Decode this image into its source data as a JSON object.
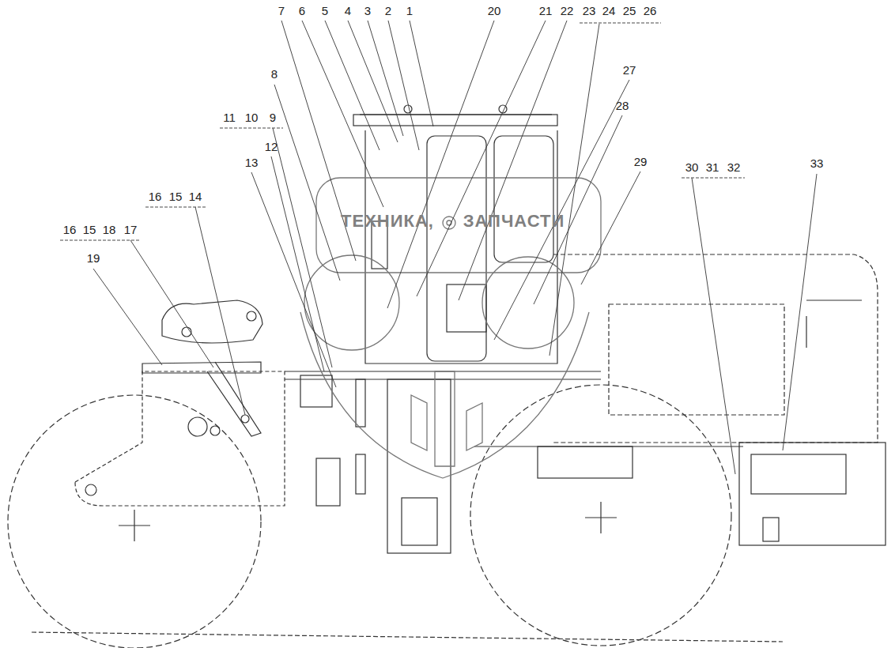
{
  "diagram": {
    "labels": [
      "7",
      "6",
      "5",
      "4",
      "3",
      "2",
      "1",
      "20",
      "21",
      "22",
      "23",
      "24",
      "25",
      "26",
      "27",
      "8",
      "11",
      "10",
      "9",
      "28",
      "12",
      "13",
      "29",
      "30",
      "31",
      "32",
      "33",
      "16",
      "15",
      "14",
      "16",
      "15",
      "18",
      "17",
      "19",
      "ТЕХНИКА,",
      "ЗАПЧАСТИ"
    ]
  }
}
